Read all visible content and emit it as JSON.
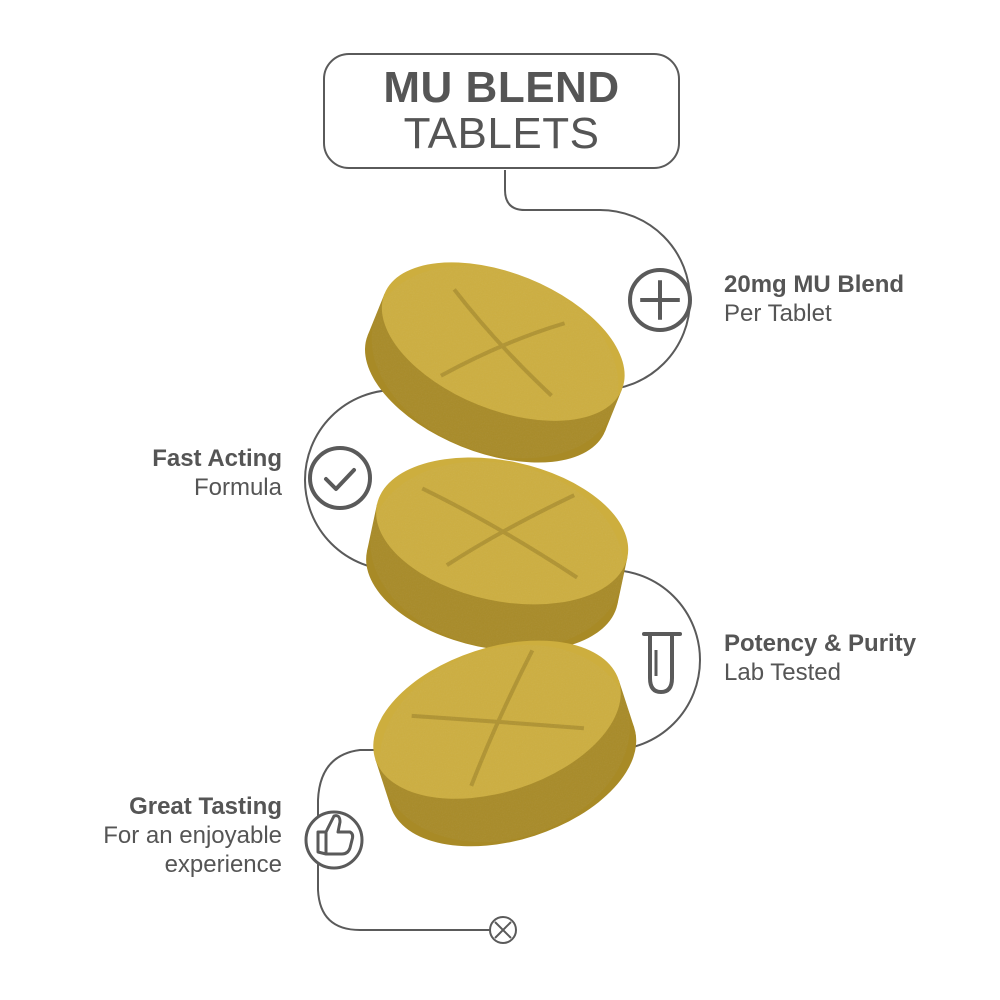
{
  "title": {
    "line1": "MU BLEND",
    "line2": "TABLETS"
  },
  "features": [
    {
      "id": "dosage",
      "heading": "20mg MU Blend",
      "subtext": "Per Tablet",
      "icon": "circle-plus-icon"
    },
    {
      "id": "fast",
      "heading": "Fast Acting",
      "subtext": "Formula",
      "icon": "circle-check-icon"
    },
    {
      "id": "purity",
      "heading": "Potency & Purity",
      "subtext": "Lab Tested",
      "icon": "test-tube-icon"
    },
    {
      "id": "taste",
      "heading": "Great Tasting",
      "subtext": "For an enjoyable experience",
      "subtext_lines": [
        "For an enjoyable",
        "experience"
      ],
      "icon": "thumbs-up-icon"
    }
  ],
  "colors": {
    "text": "#555555",
    "line": "#5a5a5a",
    "tablet": "#c9a93a",
    "tablet_dark": "#a88a26"
  }
}
